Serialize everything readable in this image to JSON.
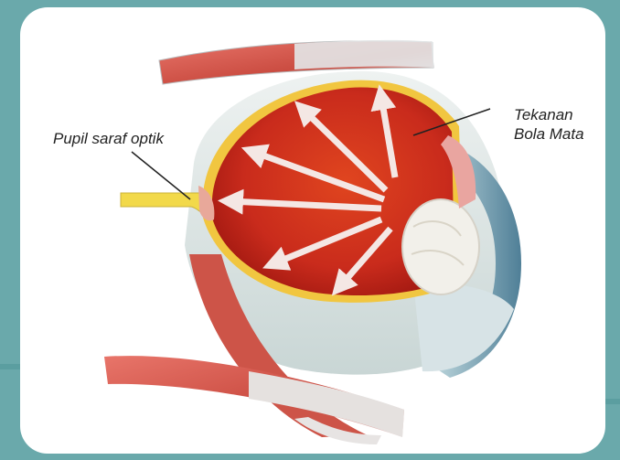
{
  "labels": {
    "optic_nerve": "Pupil saraf optik",
    "pressure_line1": "Tekanan",
    "pressure_line2": "Bola Mata"
  },
  "colors": {
    "background_teal": "#6aa9ab",
    "card": "#ffffff",
    "retina_red": "#d23a22",
    "sclera": "#dfe7e6",
    "arrow": "#f4e7e4"
  },
  "icons": [
    "eye-cross-section-illustration",
    "pressure-arrow-icon"
  ]
}
